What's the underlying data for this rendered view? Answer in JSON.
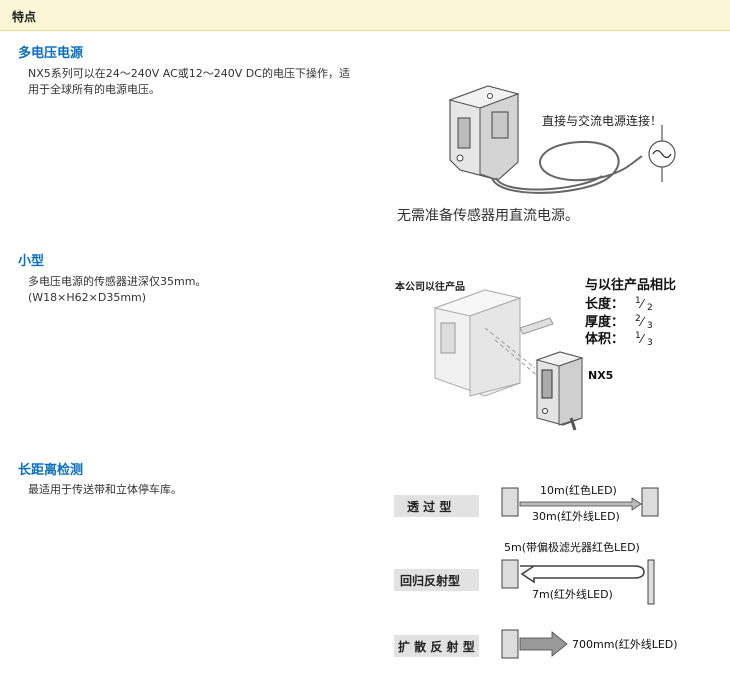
{
  "header": {
    "title": "特点"
  },
  "sections": [
    {
      "title": "多电压电源",
      "text_lines": [
        "NX5系列可以在24～240V AC或12～240V DC的电压下操作，适",
        "用于全球所有的电源电压。"
      ],
      "figure": {
        "callout": "直接与交流电源连接！",
        "caption": "无需准备传感器用直流电源。"
      }
    },
    {
      "title": "小型",
      "text_lines": [
        "多电压电源的传感器进深仅35mm。",
        "(W18×H62×D35mm)"
      ],
      "figure": {
        "old_label": "本公司以往产品",
        "new_label": "NX5",
        "compare_title": "与以往产品相比",
        "compare_rows": [
          {
            "label": "长度：",
            "num": "1",
            "den": "2"
          },
          {
            "label": "厚度：",
            "num": "2",
            "den": "3"
          },
          {
            "label": "体积：",
            "num": "1",
            "den": "3"
          }
        ]
      }
    },
    {
      "title": "长距离检测",
      "text_lines": [
        "最适用于传送带和立体停车库。"
      ],
      "figure": {
        "rows": [
          {
            "type": "透 过 型",
            "top": "10m(红色LED)",
            "bottom": "30m(红外线LED)"
          },
          {
            "type": "回归反射型",
            "top": "5m(带偏极滤光器红色LED)",
            "bottom": "7m(红外线LED)"
          },
          {
            "type": "扩 散 反 射 型",
            "top": "700mm(红外线LED)"
          }
        ]
      }
    }
  ]
}
